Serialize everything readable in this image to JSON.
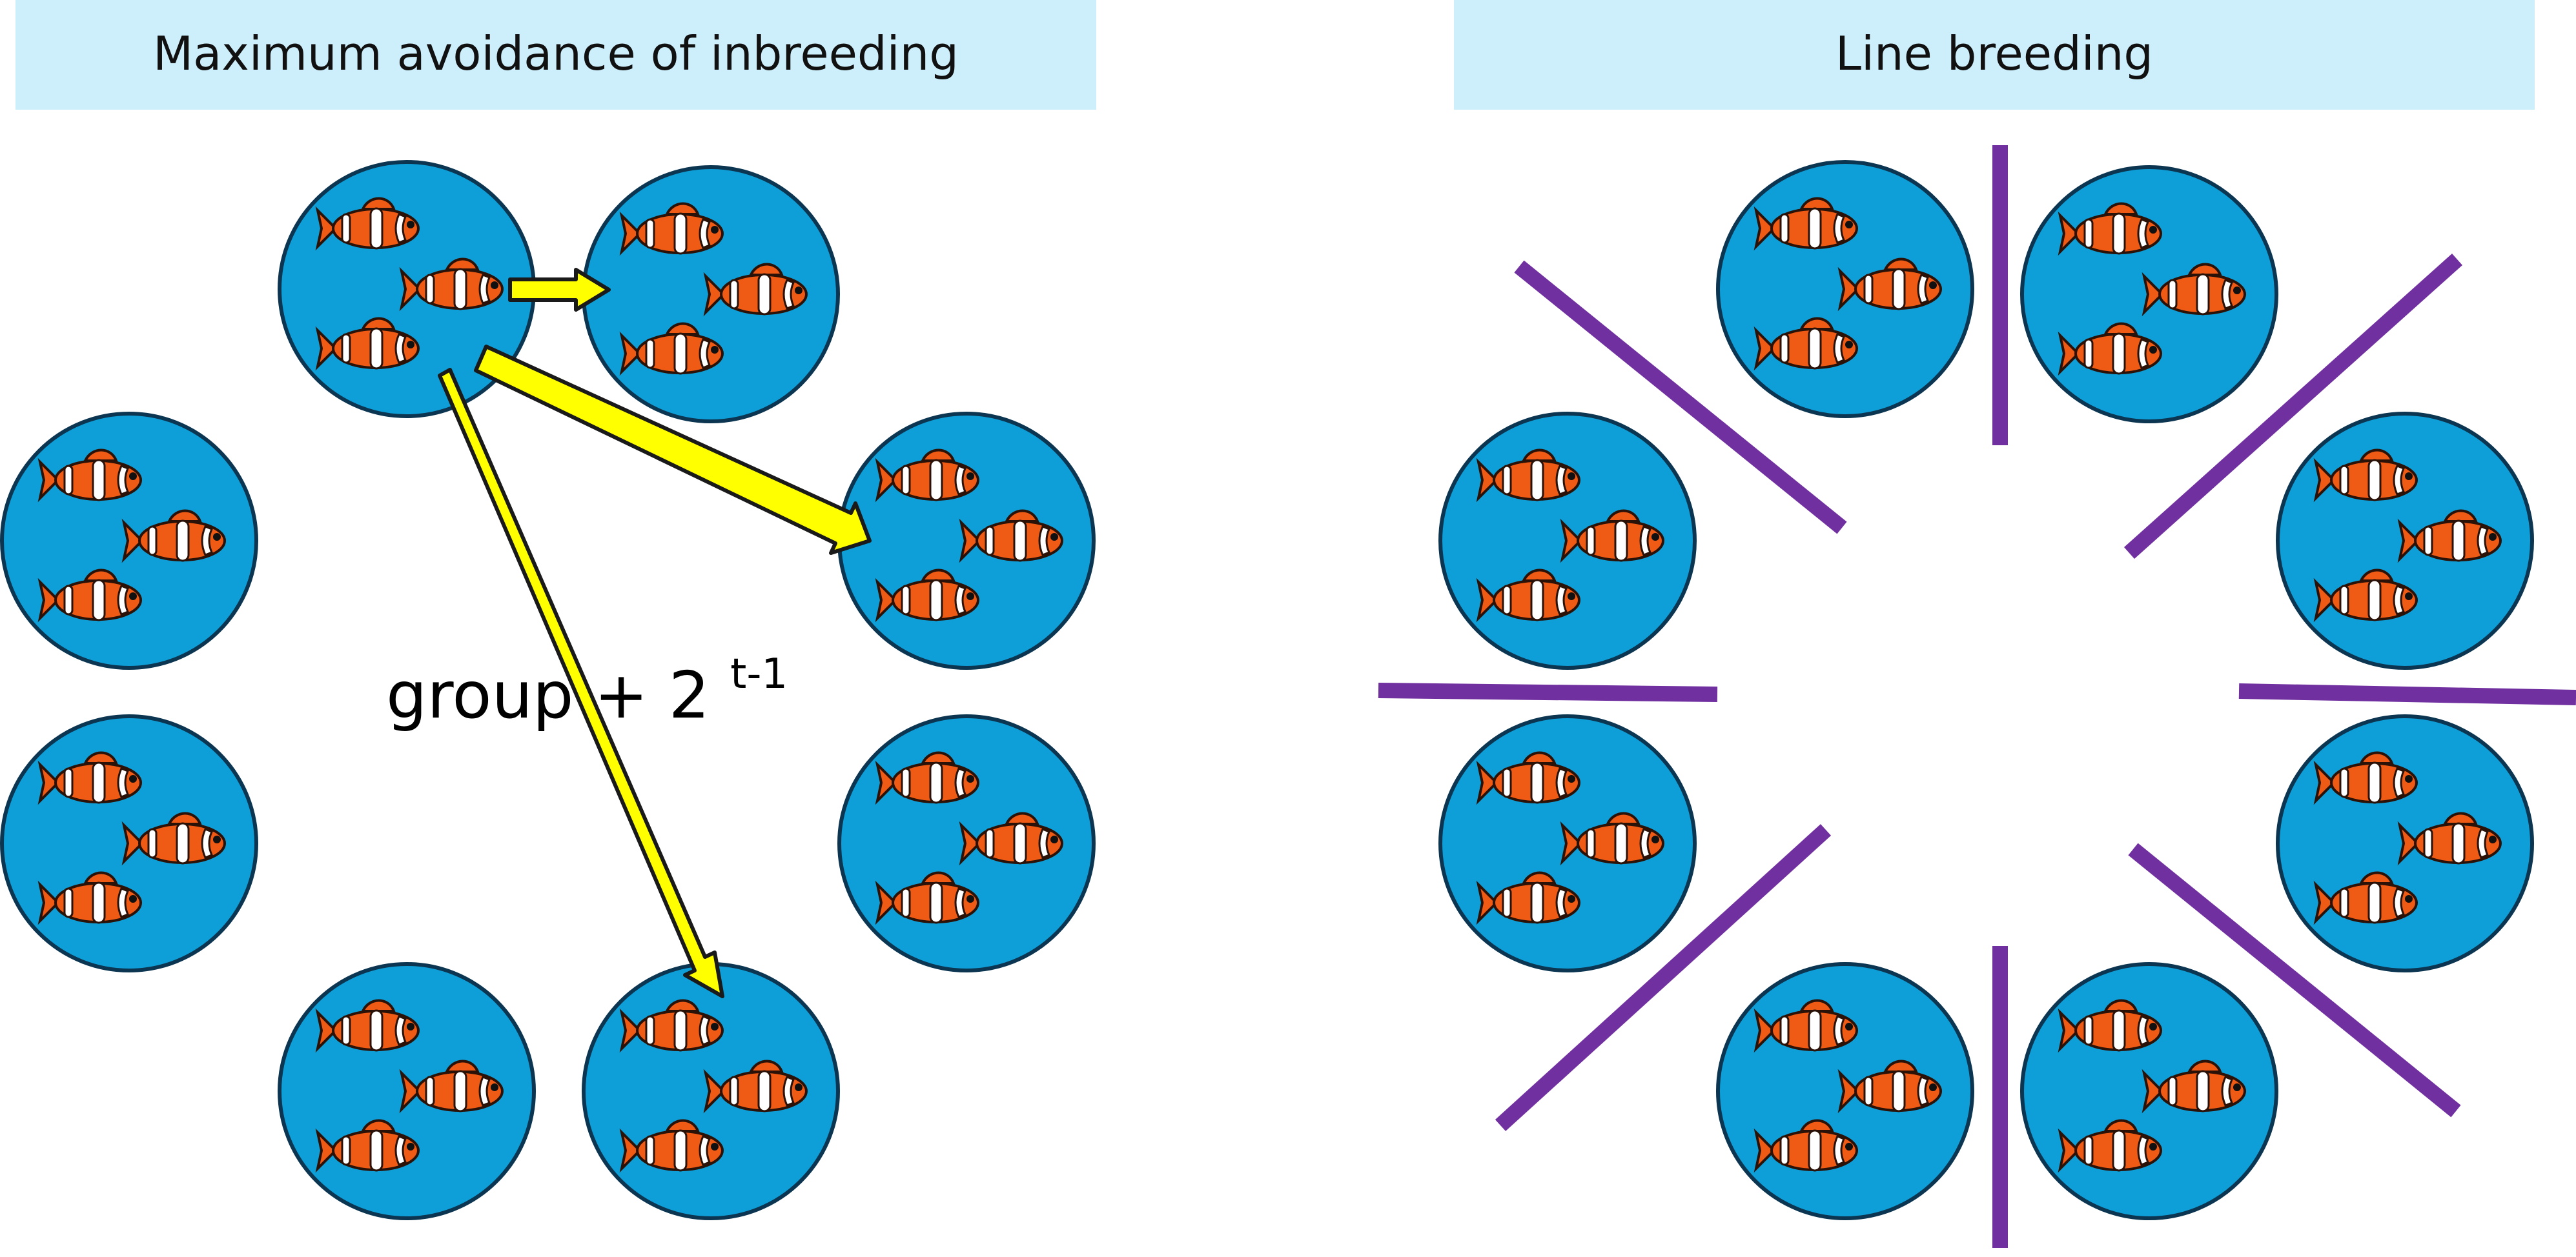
{
  "colors": {
    "background": "#ffffff",
    "banner": "#cdeefb",
    "tank_fill": "#0e9fd8",
    "tank_stroke": "#0b3550",
    "arrow_fill": "#ffff00",
    "arrow_stroke": "#1a1a1a",
    "divider": "#7030a0",
    "fish_orange": "#ef5a14",
    "fish_stripe": "#ffffff",
    "fish_dark": "#2b1208"
  },
  "icons": {
    "fish": "clownfish-icon"
  },
  "left_panel": {
    "title": "Maximum avoidance of inbreeding",
    "formula_base": "group + 2",
    "formula_exponent": "t-1"
  },
  "right_panel": {
    "title": "Line breeding"
  }
}
